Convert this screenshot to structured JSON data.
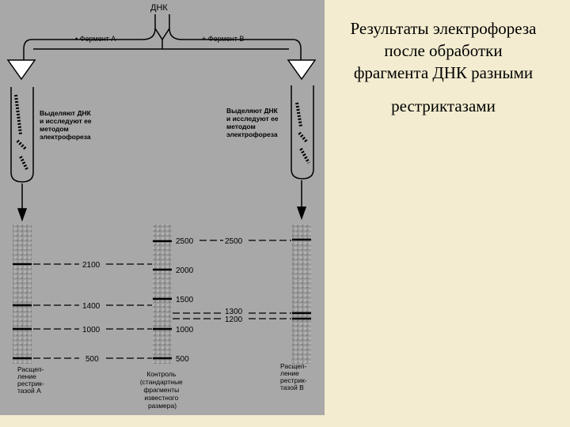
{
  "slide": {
    "title_main": "Результаты электрофореза после обработки фрагмента ДНК разными",
    "title_tail": "рестриктазами"
  },
  "figure": {
    "dna_label": "ДНК",
    "enzyme_a": "• Фермент А",
    "enzyme_b": "+ Фермент В",
    "extract_left": [
      "Выделяют ДНК",
      "и исследуют ее",
      "методом",
      "электрофореза"
    ],
    "extract_right": [
      "Выделяют ДНК",
      "и исследуют ее",
      "методом",
      "электрофореза"
    ],
    "lane_a_caption": [
      "Расщеп-",
      "ление",
      "рестрик-",
      "тазой А"
    ],
    "control_caption": [
      "Контроль",
      "(стандартные",
      "фрагменты",
      "известного",
      "размера)"
    ],
    "lane_b_caption": [
      "Расщеп-",
      "ление",
      "рестрик-",
      "тазой В"
    ],
    "lane_a_labels": [
      "2100",
      "1400",
      "1000",
      "500"
    ],
    "control_labels": [
      "2500",
      "2000",
      "1500",
      "1000",
      "500"
    ],
    "lane_b_labels": [
      "2500",
      "1300",
      "1200"
    ]
  }
}
